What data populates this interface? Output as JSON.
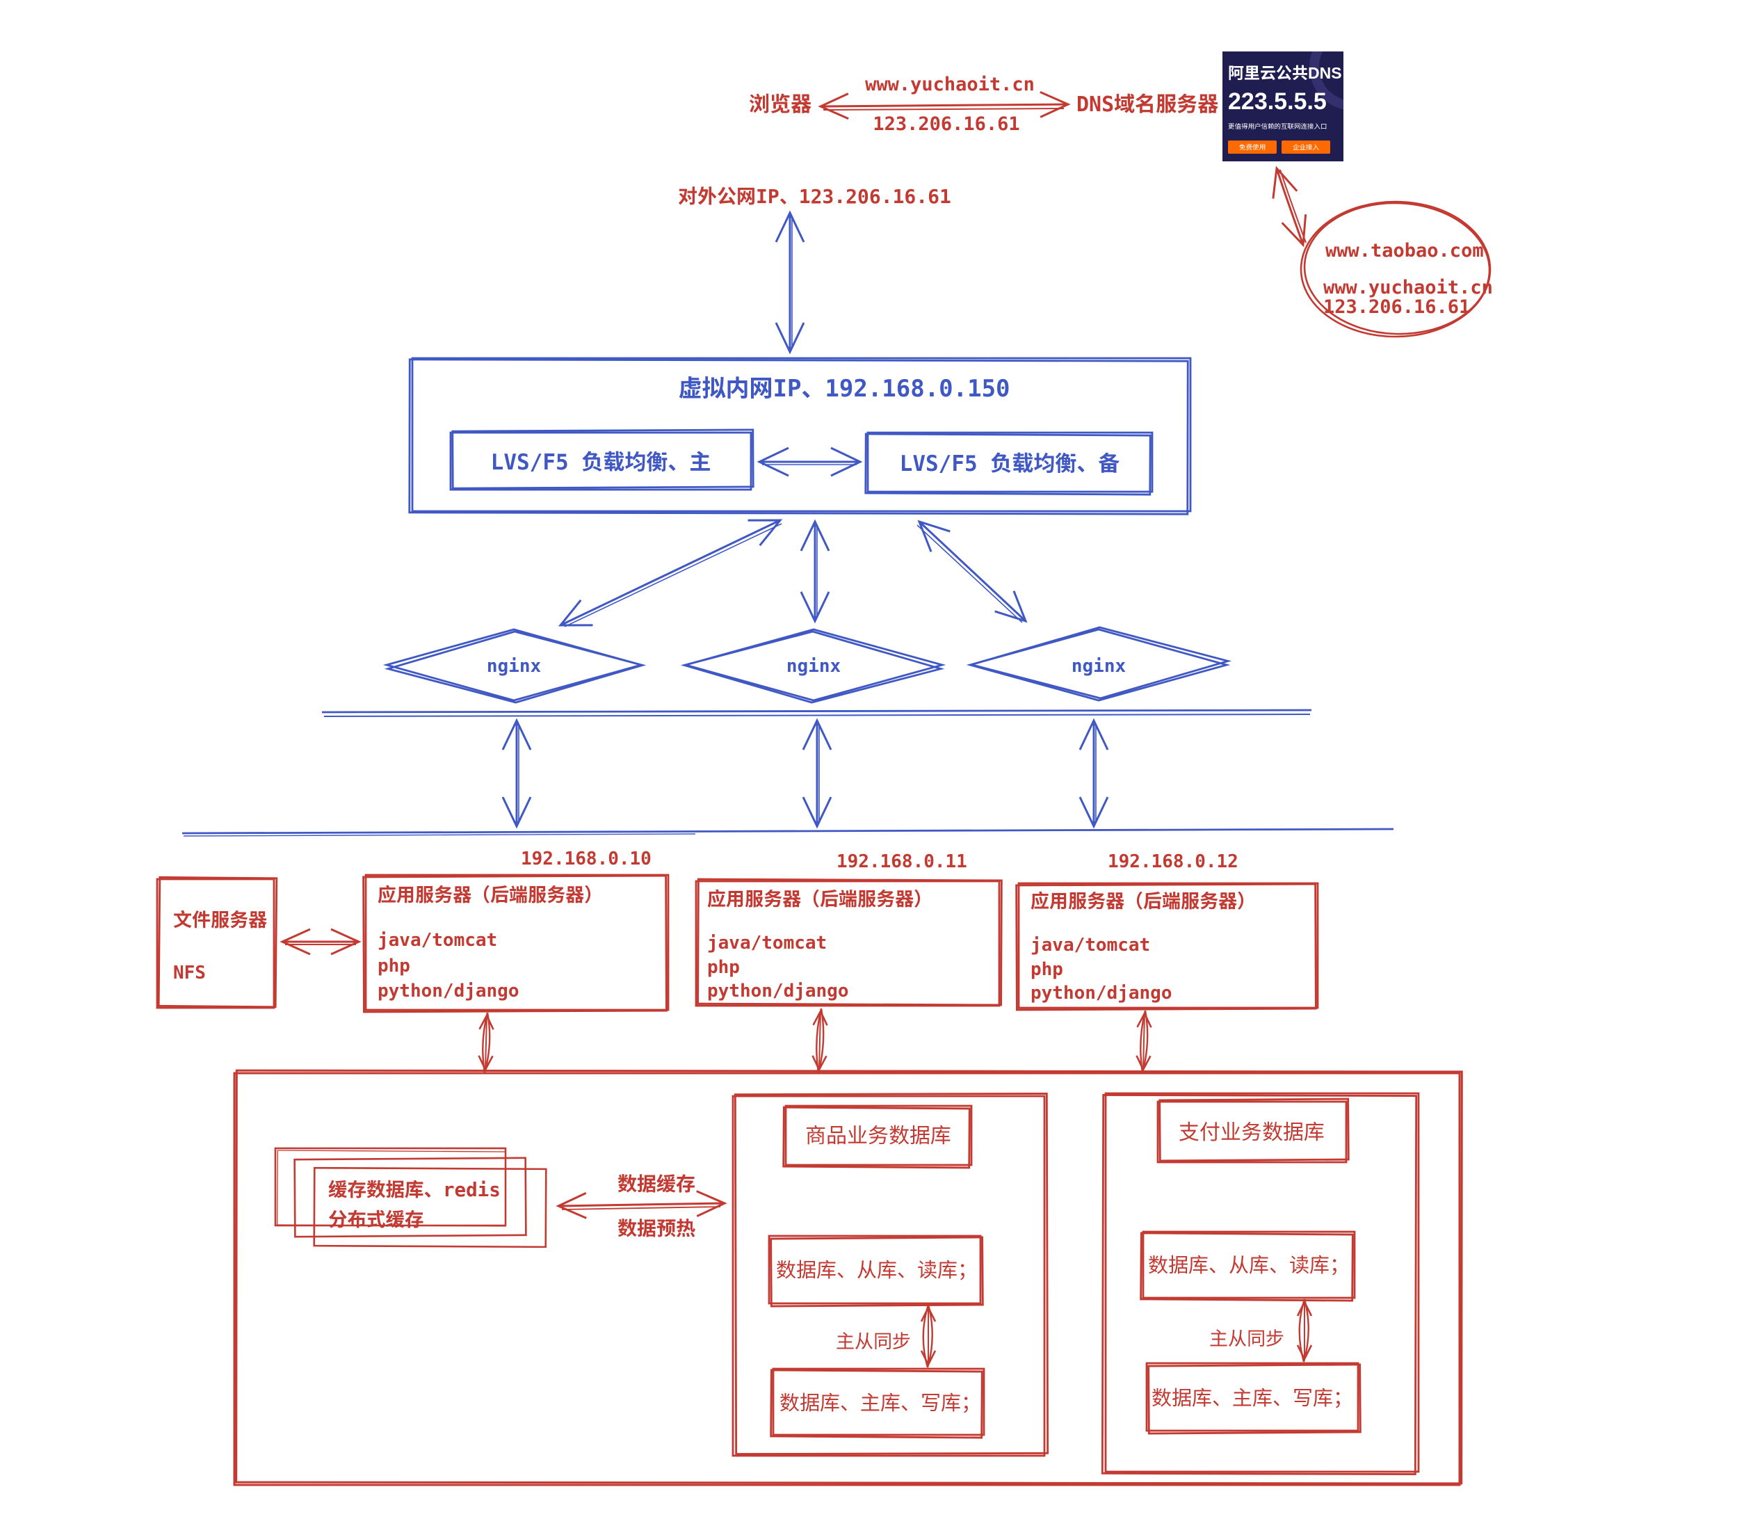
{
  "colors": {
    "diagram_red": "#c23a31",
    "diagram_blue": "#4058c4",
    "card_background": "#201d51",
    "card_button_orange": "#ff6a00",
    "card_text": "#ffffff",
    "canvas_background": "#ffffff"
  },
  "top_flow": {
    "browser": "浏览器",
    "domain": "www.yuchaoit.cn",
    "resolved_ip": "123.206.16.61",
    "dns_server": "DNS域名服务器"
  },
  "dns_card": {
    "title": "阿里云公共DNS",
    "ip": "223.5.5.5",
    "subtitle": "更值得用户信赖的互联网连接入口",
    "btn_free": "免费使用",
    "btn_enterprise": "企业接入"
  },
  "resolve_note": {
    "line1": "www.taobao.com",
    "line2": "www.yuchaoit.cn",
    "line3": "123.206.16.61"
  },
  "public_ip_label": "对外公网IP、123.206.16.61",
  "lvs": {
    "title": "虚拟内网IP、192.168.0.150",
    "master": "LVS/F5 负载均衡、主",
    "backup": "LVS/F5 负载均衡、备"
  },
  "nginx_nodes": [
    "nginx",
    "nginx",
    "nginx"
  ],
  "app_servers": [
    {
      "ip": "192.168.0.10",
      "title": "应用服务器（后端服务器）",
      "stack": [
        "java/tomcat",
        "php",
        "python/django"
      ]
    },
    {
      "ip": "192.168.0.11",
      "title": "应用服务器（后端服务器）",
      "stack": [
        "java/tomcat",
        "php",
        "python/django"
      ]
    },
    {
      "ip": "192.168.0.12",
      "title": "应用服务器（后端服务器）",
      "stack": [
        "java/tomcat",
        "php",
        "python/django"
      ]
    }
  ],
  "file_server": {
    "name": "文件服务器",
    "protocol": "NFS"
  },
  "cache": {
    "line1": "缓存数据库、redis",
    "line2": "分布式缓存",
    "arrow_label_top": "数据缓存",
    "arrow_label_bottom": "数据预热"
  },
  "db_groups": [
    {
      "title": "商品业务数据库",
      "slave": "数据库、从库、读库；",
      "sync": "主从同步",
      "master": "数据库、主库、写库；"
    },
    {
      "title": "支付业务数据库",
      "slave": "数据库、从库、读库；",
      "sync": "主从同步",
      "master": "数据库、主库、写库；"
    }
  ]
}
